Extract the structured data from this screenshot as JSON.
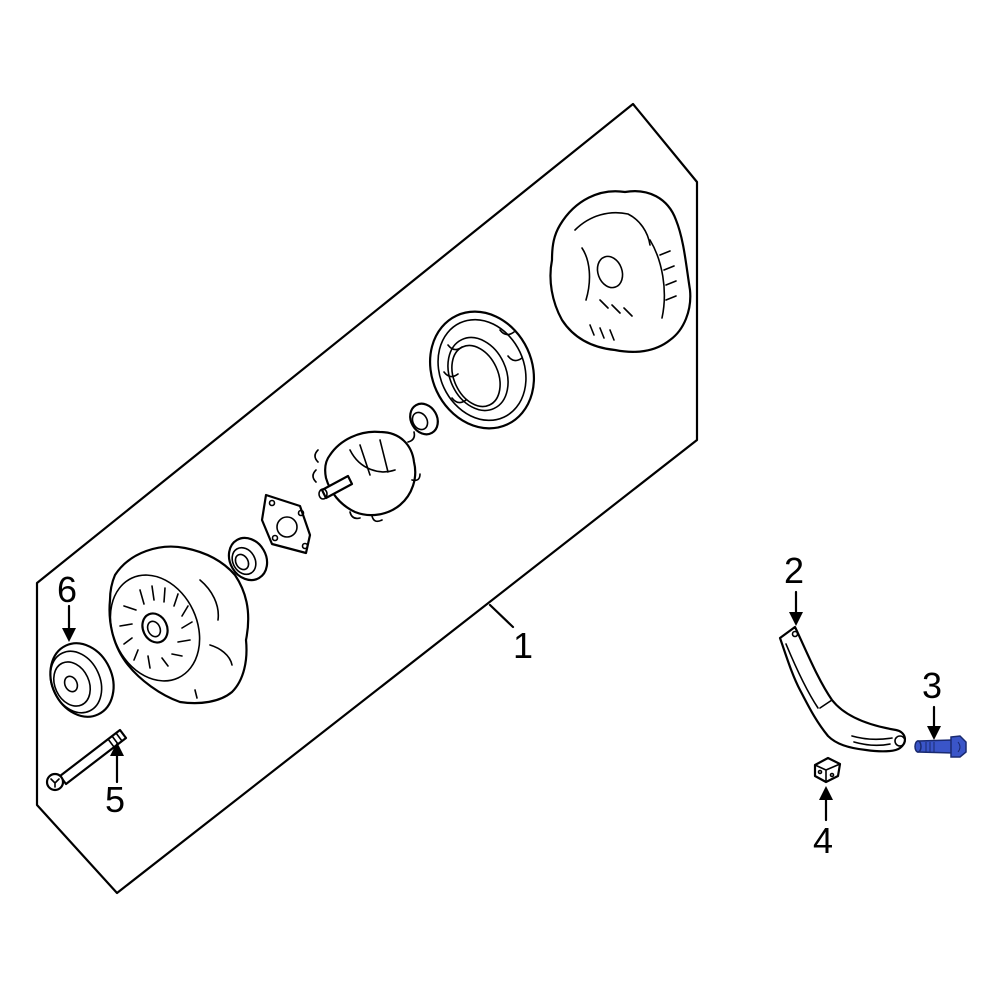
{
  "diagram": {
    "type": "exploded parts diagram",
    "subject": "alternator assembly and mounting bracket",
    "highlight_color": "#3a55c8",
    "line_color": "#000000",
    "background": "#ffffff",
    "callouts": [
      {
        "id": "1",
        "label": "1",
        "part": "alternator-assembly"
      },
      {
        "id": "2",
        "label": "2",
        "part": "alternator-bracket"
      },
      {
        "id": "3",
        "label": "3",
        "part": "bracket-bolt",
        "highlighted": true
      },
      {
        "id": "4",
        "label": "4",
        "part": "nut"
      },
      {
        "id": "5",
        "label": "5",
        "part": "through-bolt"
      },
      {
        "id": "6",
        "label": "6",
        "part": "pulley"
      }
    ]
  }
}
